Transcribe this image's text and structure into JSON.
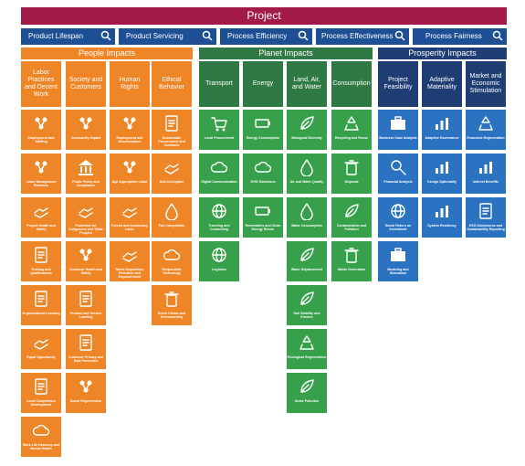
{
  "title": "Project",
  "process": [
    {
      "label": "Product Lifespan",
      "icon": "search-icon"
    },
    {
      "label": "Product Servicing",
      "icon": "search-icon"
    },
    {
      "label": "Process Efficiency",
      "icon": "search-icon"
    },
    {
      "label": "Process Effectiveness",
      "icon": "search-icon"
    },
    {
      "label": "Process Fairness",
      "icon": "search-icon"
    }
  ],
  "categories": {
    "people": "People Impacts",
    "planet": "Planet Impacts",
    "prosperity": "Prosperity Impacts"
  },
  "colors": {
    "project": "#A21A4A",
    "process": "#1E4F94",
    "people": "#EE8628",
    "planet_header": "#2F7A44",
    "planet": "#36A04A",
    "prosperity_header": "#1D3D73",
    "prosperity": "#2B73C1"
  },
  "columns": [
    {
      "name": "Labor Practices and Decent Work",
      "items": [
        {
          "label": "Employment and Staffing",
          "icon": "people-network-icon"
        },
        {
          "label": "Labor Management Relations",
          "icon": "org-chart-icon"
        },
        {
          "label": "Project Health and Safety",
          "icon": "health-safety-icon"
        },
        {
          "label": "Training and Qualifications",
          "icon": "certificate-icon"
        },
        {
          "label": "Organizational Learning",
          "icon": "books-icon"
        },
        {
          "label": "Equal Opportunity",
          "icon": "equal-opportunity-icon"
        },
        {
          "label": "Local Competence Development",
          "icon": "presentation-icon"
        },
        {
          "label": "Work Life Harmony and Mental Health",
          "icon": "brain-icon"
        }
      ]
    },
    {
      "name": "Society and Customers",
      "items": [
        {
          "label": "Community Impact",
          "icon": "community-icon"
        },
        {
          "label": "Public Policy and Compliance",
          "icon": "government-building-icon"
        },
        {
          "label": "Protection for Indigenous and Tribal Peoples",
          "icon": "protection-icon"
        },
        {
          "label": "Customer Health and Safety",
          "icon": "customer-safety-icon"
        },
        {
          "label": "Product and Service Labeling",
          "icon": "label-tag-icon"
        },
        {
          "label": "Customer Privacy and Data Protection",
          "icon": "data-privacy-icon"
        },
        {
          "label": "Social Regeneration",
          "icon": "social-regeneration-icon"
        }
      ]
    },
    {
      "name": "Human Rights",
      "items": [
        {
          "label": "Employment and Discrimination",
          "icon": "employment-icon"
        },
        {
          "label": "Age Appropriate Labor",
          "icon": "age-labor-icon"
        },
        {
          "label": "Forced and Involuntary Labor",
          "icon": "hands-icon"
        },
        {
          "label": "Talent Acquisition, Retention and Empowerment",
          "icon": "handshake-icon"
        }
      ]
    },
    {
      "name": "Ethical Behavior",
      "items": [
        {
          "label": "Sustainable Procurement and Contracts",
          "icon": "contract-icon"
        },
        {
          "label": "Anti-Corruption",
          "icon": "anti-corruption-icon"
        },
        {
          "label": "Fair Competition",
          "icon": "fair-competition-icon"
        },
        {
          "label": "Responsible Technology",
          "icon": "responsible-tech-icon"
        },
        {
          "label": "Green Claims and Greenwashing",
          "icon": "paint-bucket-icon"
        }
      ]
    },
    {
      "name": "Transport",
      "items": [
        {
          "label": "Local Procurement",
          "icon": "shopping-cart-icon"
        },
        {
          "label": "Digital Communication",
          "icon": "chat-bubbles-icon"
        },
        {
          "label": "Traveling and Commuting",
          "icon": "globe-plane-icon"
        },
        {
          "label": "Logistics",
          "icon": "logistics-icon"
        }
      ]
    },
    {
      "name": "Energy",
      "items": [
        {
          "label": "Energy Consumption",
          "icon": "battery-icon"
        },
        {
          "label": "GHG Emissions",
          "icon": "co2-cloud-icon"
        },
        {
          "label": "Renewables and Clean Energy Return",
          "icon": "solar-panel-icon"
        }
      ]
    },
    {
      "name": "Land, Air, and Water",
      "items": [
        {
          "label": "Biological Diversity",
          "icon": "biodiversity-icon"
        },
        {
          "label": "Air and Water Quality",
          "icon": "air-water-icon"
        },
        {
          "label": "Water Consumption",
          "icon": "water-drop-icon"
        },
        {
          "label": "Water Displacement",
          "icon": "tractor-icon"
        },
        {
          "label": "Soil Stability and Erosion",
          "icon": "soil-erosion-icon"
        },
        {
          "label": "Ecological Regeneration",
          "icon": "ecological-regeneration-icon"
        },
        {
          "label": "Noise Pollution",
          "icon": "noise-megaphone-icon"
        }
      ]
    },
    {
      "name": "Consumption",
      "items": [
        {
          "label": "Recycling and Reuse",
          "icon": "recycling-icon"
        },
        {
          "label": "Disposal",
          "icon": "trash-disposal-icon"
        },
        {
          "label": "Contamination and Pollution",
          "icon": "contamination-icon"
        },
        {
          "label": "Waste Generation",
          "icon": "waste-bin-icon"
        }
      ]
    },
    {
      "name": "Project Feasibility",
      "items": [
        {
          "label": "Business Case Analysis",
          "icon": "briefcase-icon"
        },
        {
          "label": "Financial Analysis",
          "icon": "magnifier-chart-icon"
        },
        {
          "label": "Social Return on Investment",
          "icon": "globe-investment-icon"
        },
        {
          "label": "Modeling and Simulation",
          "icon": "monitor-model-icon"
        }
      ]
    },
    {
      "name": "Adaptive Materiality",
      "items": [
        {
          "label": "Adaptive Governance",
          "icon": "governance-icon"
        },
        {
          "label": "Design Optionality",
          "icon": "design-options-icon"
        },
        {
          "label": "System Resiliency",
          "icon": "resiliency-icon"
        }
      ]
    },
    {
      "name": "Market and Economic Stimulation",
      "items": [
        {
          "label": "Economic Regeneration",
          "icon": "economic-regeneration-icon"
        },
        {
          "label": "Indirect Benefits",
          "icon": "indirect-benefits-icon"
        },
        {
          "label": "ESG Disclosures and Sustainability Reporting",
          "icon": "report-icon"
        }
      ]
    }
  ]
}
